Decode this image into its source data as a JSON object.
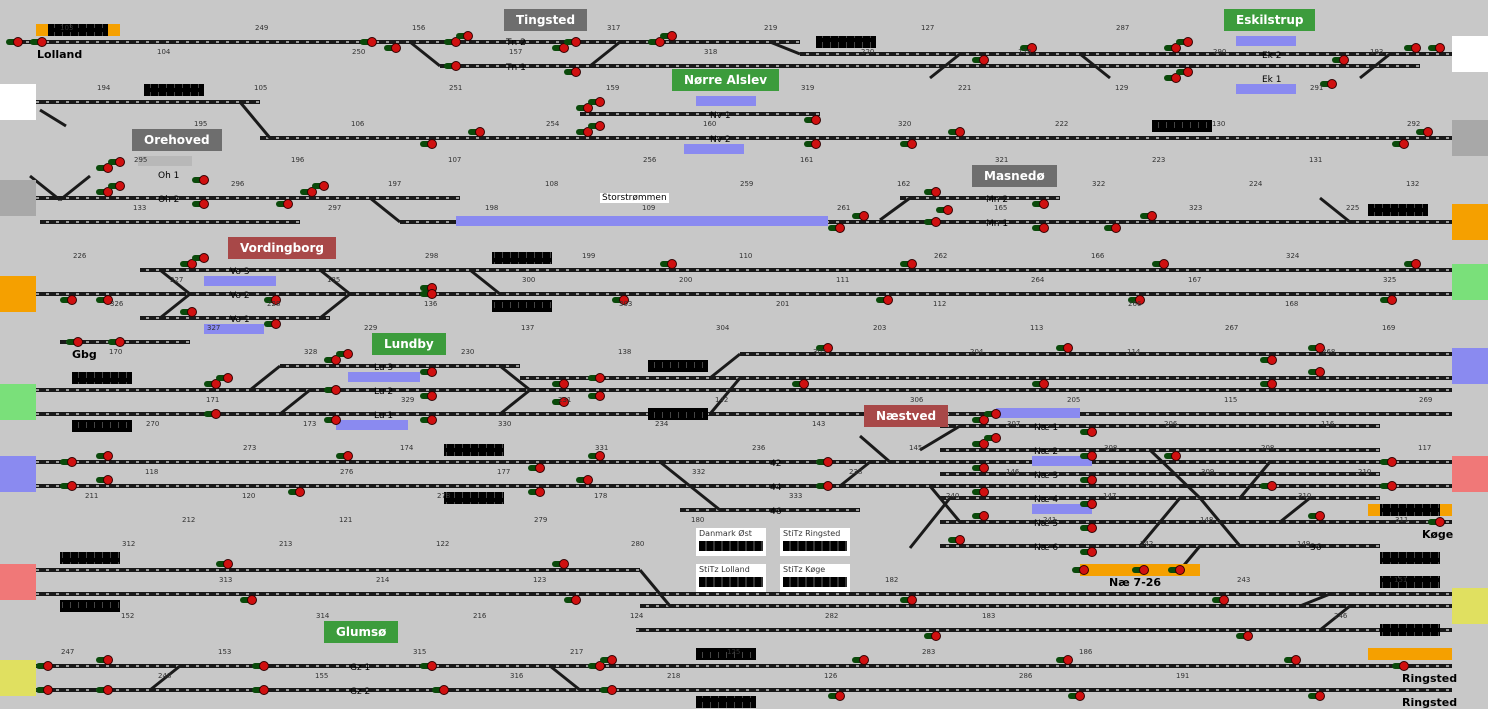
{
  "stations": [
    {
      "id": "tingsted",
      "name": "Tingsted",
      "style": "gray"
    },
    {
      "id": "eskilstrup",
      "name": "Eskilstrup",
      "style": "green"
    },
    {
      "id": "norre-alslev",
      "name": "Nørre Alslev",
      "style": "green"
    },
    {
      "id": "orehoved",
      "name": "Orehoved",
      "style": "gray"
    },
    {
      "id": "masnedo",
      "name": "Masnedø",
      "style": "gray"
    },
    {
      "id": "vordingborg",
      "name": "Vordingborg",
      "style": "red"
    },
    {
      "id": "lundby",
      "name": "Lundby",
      "style": "green"
    },
    {
      "id": "naestved",
      "name": "Næstved",
      "style": "red"
    },
    {
      "id": "glumso",
      "name": "Glumsø",
      "style": "green"
    }
  ],
  "place_labels": {
    "lolland": "Lolland",
    "gbg": "Gbg",
    "koge": "Køge",
    "ringsted1": "Ringsted",
    "ringsted2": "Ringsted",
    "nae_726": "Næ 7-26",
    "storstrommen": "Storstrømmen"
  },
  "info_boxes": [
    "Danmark Øst",
    "StiTz Ringsted",
    "StiTz Lolland",
    "StiTz Køge"
  ],
  "track_labels": {
    "tn2": "Tn 2",
    "tn1": "Tn 1",
    "ek2": "Ek 2",
    "ek1": "Ek 1",
    "nv1": "Nv 1",
    "nv2": "Nv 2",
    "oh1": "Oh 1",
    "oh2": "Oh 2",
    "mn2": "Mn 2",
    "mn1": "Mn 1",
    "vo3": "Vo 3",
    "vo2": "Vo 2",
    "vo1": "Vo 1",
    "lu3": "Lu 3",
    "lu2": "Lu 2",
    "lu1": "Lu 1",
    "nae1": "Næ 1",
    "nae2": "Næ 2",
    "nae3": "Næ 3",
    "nae4": "Næ 4",
    "nae5": "Næ 5",
    "nae6": "Næ 6",
    "gz1": "Gz 1",
    "gz2": "Gz 2",
    "n42": "42",
    "n44": "44",
    "n46": "46",
    "n36": "36"
  },
  "signal_numbers": [
    "103",
    "104",
    "105",
    "106",
    "107",
    "108",
    "109",
    "110",
    "111",
    "112",
    "113",
    "114",
    "115",
    "116",
    "117",
    "118",
    "120",
    "121",
    "122",
    "123",
    "124",
    "125",
    "126",
    "127",
    "128",
    "129",
    "130",
    "131",
    "132",
    "133",
    "134",
    "135",
    "136",
    "137",
    "138",
    "142",
    "143",
    "145",
    "146",
    "147",
    "148",
    "149",
    "151",
    "152",
    "153",
    "155",
    "156",
    "157",
    "159",
    "160",
    "161",
    "162",
    "165",
    "166",
    "167",
    "168",
    "169",
    "170",
    "171",
    "173",
    "174",
    "177",
    "178",
    "180",
    "181",
    "182",
    "183",
    "186",
    "191",
    "192",
    "193",
    "194",
    "195",
    "196",
    "197",
    "198",
    "199",
    "200",
    "201",
    "203",
    "204",
    "205",
    "206",
    "208",
    "210",
    "211",
    "212",
    "213",
    "214",
    "216",
    "217",
    "218",
    "219",
    "220",
    "221",
    "222",
    "223",
    "224",
    "225",
    "226",
    "227",
    "228",
    "229",
    "230",
    "231",
    "234",
    "236",
    "238",
    "240",
    "241",
    "242",
    "243",
    "246",
    "247",
    "248",
    "249",
    "250",
    "251",
    "254",
    "256",
    "259",
    "261",
    "262",
    "264",
    "266",
    "267",
    "268",
    "269",
    "270",
    "273",
    "276",
    "278",
    "279",
    "280",
    "281",
    "282",
    "283",
    "286",
    "287",
    "290",
    "291",
    "292",
    "295",
    "296",
    "297",
    "298",
    "300",
    "303",
    "304",
    "305",
    "306",
    "307",
    "308",
    "309",
    "310",
    "311",
    "312",
    "313",
    "314",
    "315",
    "316",
    "317",
    "318",
    "319",
    "320",
    "321",
    "322",
    "323",
    "324",
    "325",
    "326",
    "327",
    "328",
    "329",
    "330",
    "331",
    "332",
    "333"
  ],
  "colors": {
    "background": "#c8c8c8",
    "track": "#1a1a1a",
    "track_dash": "#888888",
    "signal_red": "#d01010",
    "signal_green": "#0a4a0a",
    "block_blue": "#8a8af0",
    "block_orange": "#f5a000",
    "station_gray": "#6e6e6e",
    "station_green": "#3c9c3c",
    "station_red": "#a84848"
  },
  "edge_colors": [
    "#ffffff",
    "#ffffff",
    "#a8a8a8",
    "#a8a8a8",
    "#f5a000",
    "#f5a000",
    "#7ae07a",
    "#7ae07a",
    "#8a8af0",
    "#8a8af0",
    "#f07878",
    "#f07878",
    "#e0e060",
    "#e0e060"
  ]
}
